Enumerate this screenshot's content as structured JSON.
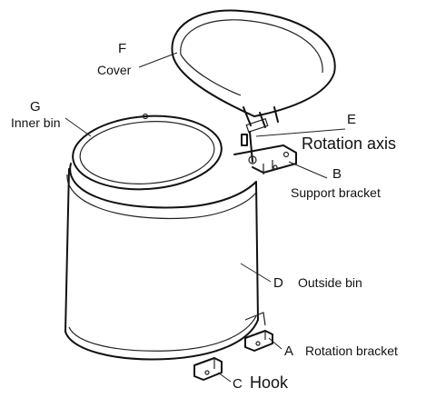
{
  "labels": {
    "F": {
      "letter": "F",
      "name": "Cover"
    },
    "G": {
      "letter": "G",
      "name": "Inner bin"
    },
    "E": {
      "letter": "E",
      "name": "Rotation axis"
    },
    "B": {
      "letter": "B",
      "name": "Support bracket"
    },
    "D": {
      "letter": "D",
      "name": "Outside bin"
    },
    "A": {
      "letter": "A",
      "name": "Rotation bracket"
    },
    "C": {
      "letter": "C",
      "name": "Hook"
    }
  },
  "colors": {
    "ink": "#111111",
    "background": "#ffffff"
  }
}
